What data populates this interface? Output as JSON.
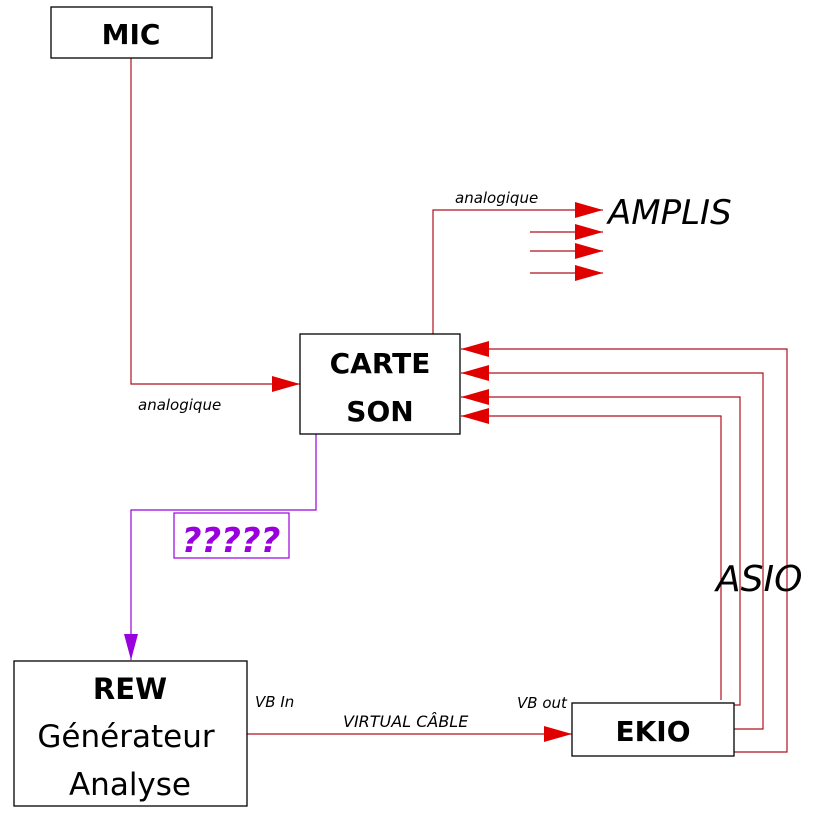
{
  "colors": {
    "connector_red": "#b01020",
    "arrow_red": "#e00000",
    "unknown_purple": "#9900dd",
    "box_border": "#000000"
  },
  "nodes": {
    "mic": {
      "label": "MIC"
    },
    "carte_son": {
      "line1": "CARTE",
      "line2": "SON"
    },
    "rew": {
      "title": "REW",
      "line2": "Générateur",
      "line3": "Analyse"
    },
    "ekio": {
      "label": "EKIO"
    },
    "amplis": {
      "label": "AMPLIS"
    }
  },
  "edges": {
    "mic_to_carte": {
      "label": "analogique"
    },
    "carte_to_amplis": {
      "label": "analogique"
    },
    "carte_to_rew": {
      "label": "?????"
    },
    "rew_to_ekio": {
      "label": "VIRTUAL CÂBLE",
      "source_port": "VB In",
      "target_port": "VB out"
    },
    "ekio_to_carte": {
      "label": "ASIO",
      "channel_count": 4
    },
    "amplis_outputs": {
      "channel_count": 4
    }
  }
}
